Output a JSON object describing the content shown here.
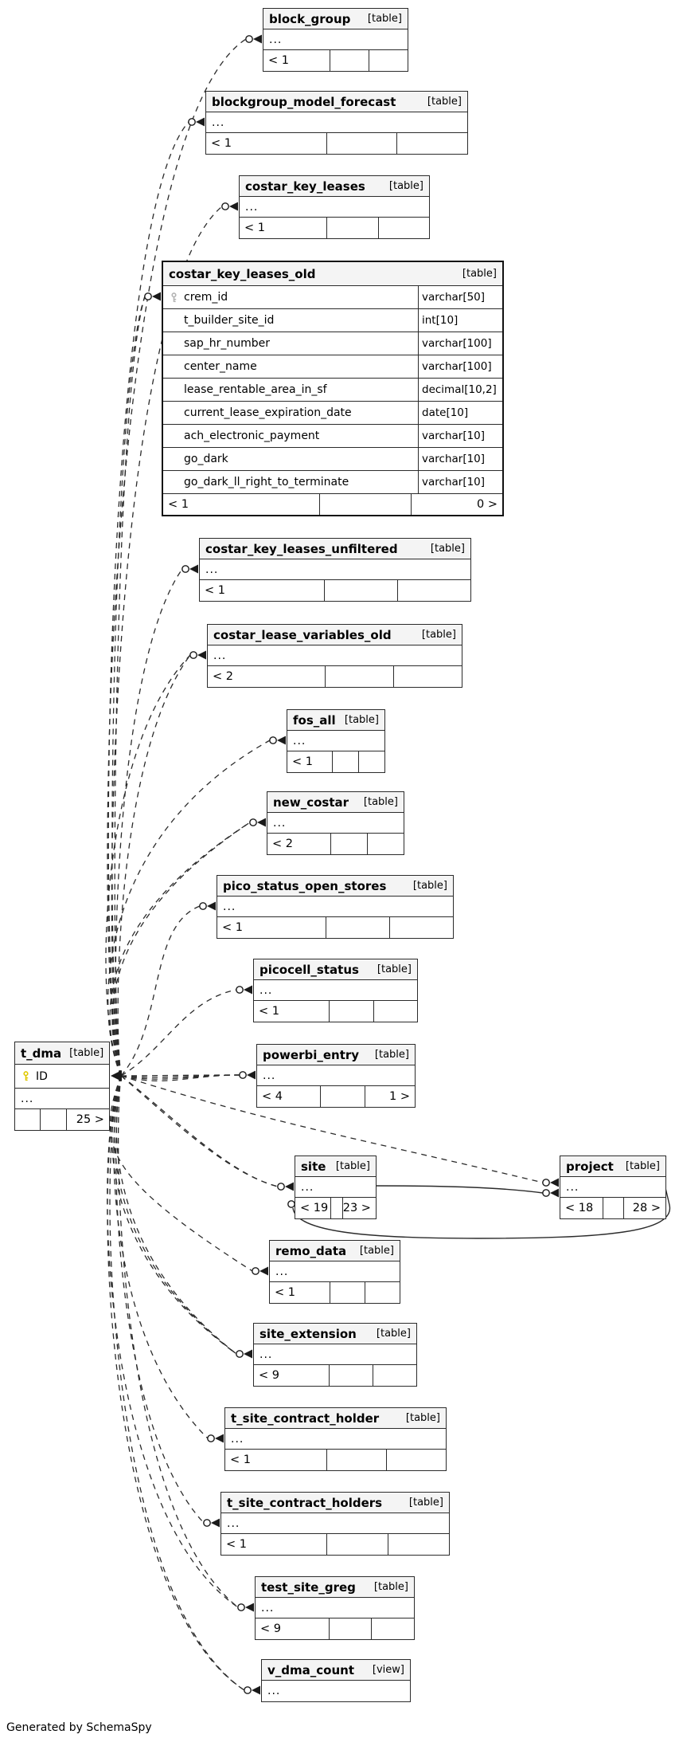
{
  "page": {
    "footer_note": "Generated by SchemaSpy"
  },
  "colors": {
    "key_gold": "#e0c800",
    "key_silver": "#b3b3b3",
    "header_bg": "#f4f4f4",
    "line": "#2b2b2b"
  },
  "diagram": {
    "nodes": [
      {
        "id": "block_group",
        "name": "block_group",
        "tag": "[table]",
        "ellipsis": "...",
        "footer": [
          "< 1",
          "",
          ""
        ]
      },
      {
        "id": "blockgroup_model_forecast",
        "name": "blockgroup_model_forecast",
        "tag": "[table]",
        "ellipsis": "...",
        "footer": [
          "< 1",
          "",
          ""
        ]
      },
      {
        "id": "costar_key_leases",
        "name": "costar_key_leases",
        "tag": "[table]",
        "ellipsis": "...",
        "footer": [
          "< 1",
          "",
          ""
        ]
      },
      {
        "id": "costar_key_leases_old",
        "name": "costar_key_leases_old",
        "tag": "[table]",
        "columns": [
          {
            "name": "crem_id",
            "type": "varchar[50]",
            "key": "silver"
          },
          {
            "name": "t_builder_site_id",
            "type": "int[10]",
            "key": null
          },
          {
            "name": "sap_hr_number",
            "type": "varchar[100]",
            "key": null
          },
          {
            "name": "center_name",
            "type": "varchar[100]",
            "key": null
          },
          {
            "name": "lease_rentable_area_in_sf",
            "type": "decimal[10,2]",
            "key": null
          },
          {
            "name": "current_lease_expiration_date",
            "type": "date[10]",
            "key": null
          },
          {
            "name": "ach_electronic_payment",
            "type": "varchar[10]",
            "key": null
          },
          {
            "name": "go_dark",
            "type": "varchar[10]",
            "key": null
          },
          {
            "name": "go_dark_ll_right_to_terminate",
            "type": "varchar[10]",
            "key": null
          }
        ],
        "ellipsis": null,
        "footer": [
          "< 1",
          "",
          "0 >"
        ]
      },
      {
        "id": "costar_key_leases_unfiltered",
        "name": "costar_key_leases_unfiltered",
        "tag": "[table]",
        "ellipsis": "...",
        "footer": [
          "< 1",
          "",
          ""
        ]
      },
      {
        "id": "costar_lease_variables_old",
        "name": "costar_lease_variables_old",
        "tag": "[table]",
        "ellipsis": "...",
        "footer": [
          "< 2",
          "",
          ""
        ]
      },
      {
        "id": "fos_all",
        "name": "fos_all",
        "tag": "[table]",
        "ellipsis": "...",
        "footer": [
          "< 1",
          "",
          ""
        ]
      },
      {
        "id": "new_costar",
        "name": "new_costar",
        "tag": "[table]",
        "ellipsis": "...",
        "footer": [
          "< 2",
          "",
          ""
        ]
      },
      {
        "id": "pico_status_open_stores",
        "name": "pico_status_open_stores",
        "tag": "[table]",
        "ellipsis": "...",
        "footer": [
          "< 1",
          "",
          ""
        ]
      },
      {
        "id": "picocell_status",
        "name": "picocell_status",
        "tag": "[table]",
        "ellipsis": "...",
        "footer": [
          "< 1",
          "",
          ""
        ]
      },
      {
        "id": "powerbi_entry",
        "name": "powerbi_entry",
        "tag": "[table]",
        "ellipsis": "...",
        "footer": [
          "< 4",
          "",
          "1 >"
        ]
      },
      {
        "id": "site",
        "name": "site",
        "tag": "[table]",
        "ellipsis": "...",
        "footer": [
          "< 19",
          "",
          "23 >"
        ]
      },
      {
        "id": "project",
        "name": "project",
        "tag": "[table]",
        "ellipsis": "...",
        "footer": [
          "< 18",
          "",
          "28 >"
        ]
      },
      {
        "id": "remo_data",
        "name": "remo_data",
        "tag": "[table]",
        "ellipsis": "...",
        "footer": [
          "< 1",
          "",
          ""
        ]
      },
      {
        "id": "site_extension",
        "name": "site_extension",
        "tag": "[table]",
        "ellipsis": "...",
        "footer": [
          "< 9",
          "",
          ""
        ]
      },
      {
        "id": "t_site_contract_holder",
        "name": "t_site_contract_holder",
        "tag": "[table]",
        "ellipsis": "...",
        "footer": [
          "< 1",
          "",
          ""
        ]
      },
      {
        "id": "t_site_contract_holders",
        "name": "t_site_contract_holders",
        "tag": "[table]",
        "ellipsis": "...",
        "footer": [
          "< 1",
          "",
          ""
        ]
      },
      {
        "id": "test_site_greg",
        "name": "test_site_greg",
        "tag": "[table]",
        "ellipsis": "...",
        "footer": [
          "< 9",
          "",
          ""
        ]
      },
      {
        "id": "v_dma_count",
        "name": "v_dma_count",
        "tag": "[view]",
        "ellipsis": "...",
        "footer": null
      },
      {
        "id": "t_dma",
        "name": "t_dma",
        "tag": "[table]",
        "columns": [
          {
            "name": "ID",
            "type": "",
            "key": "gold"
          }
        ],
        "ellipsis": "...",
        "footer": [
          "",
          "",
          "25 >"
        ]
      }
    ],
    "relations": [
      {
        "from": "t_dma",
        "to": "block_group",
        "lines": 1,
        "style": "dashed"
      },
      {
        "from": "t_dma",
        "to": "blockgroup_model_forecast",
        "lines": 1,
        "style": "dashed"
      },
      {
        "from": "t_dma",
        "to": "costar_key_leases",
        "lines": 1,
        "style": "dashed"
      },
      {
        "from": "t_dma",
        "to": "costar_key_leases_old",
        "lines": 2,
        "style": "dashed"
      },
      {
        "from": "t_dma",
        "to": "costar_key_leases_unfiltered",
        "lines": 1,
        "style": "dashed"
      },
      {
        "from": "t_dma",
        "to": "costar_lease_variables_old",
        "lines": 2,
        "style": "dashed"
      },
      {
        "from": "t_dma",
        "to": "fos_all",
        "lines": 1,
        "style": "dashed"
      },
      {
        "from": "t_dma",
        "to": "new_costar",
        "lines": 2,
        "style": "dashed"
      },
      {
        "from": "t_dma",
        "to": "pico_status_open_stores",
        "lines": 1,
        "style": "dashed"
      },
      {
        "from": "t_dma",
        "to": "picocell_status",
        "lines": 1,
        "style": "dashed"
      },
      {
        "from": "t_dma",
        "to": "powerbi_entry",
        "lines": 4,
        "style": "dashed"
      },
      {
        "from": "t_dma",
        "to": "site",
        "lines": 2,
        "style": "dashed"
      },
      {
        "from": "t_dma",
        "to": "project",
        "lines": 1,
        "style": "dashed"
      },
      {
        "from": "t_dma",
        "to": "remo_data",
        "lines": 1,
        "style": "dashed"
      },
      {
        "from": "t_dma",
        "to": "site_extension",
        "lines": 3,
        "style": "dashed"
      },
      {
        "from": "t_dma",
        "to": "t_site_contract_holder",
        "lines": 1,
        "style": "dashed"
      },
      {
        "from": "t_dma",
        "to": "t_site_contract_holders",
        "lines": 1,
        "style": "dashed"
      },
      {
        "from": "t_dma",
        "to": "test_site_greg",
        "lines": 2,
        "style": "dashed"
      },
      {
        "from": "t_dma",
        "to": "v_dma_count",
        "lines": 2,
        "style": "dashed"
      },
      {
        "from": "site",
        "to": "project",
        "lines": 1,
        "style": "solid"
      },
      {
        "from": "site",
        "to": "project",
        "lines": 1,
        "style": "solid-loop"
      }
    ]
  }
}
